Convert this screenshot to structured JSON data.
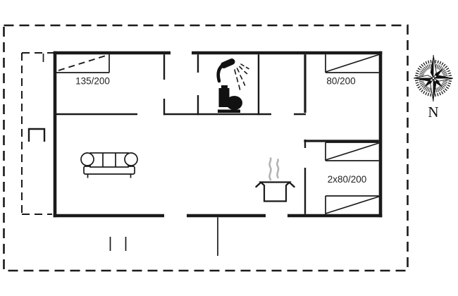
{
  "canvas": {
    "background": "#ffffff",
    "ink_color": "#1a1a1a",
    "steam_color": "#b3b3b3",
    "compass_band_color": "#4a4a4a"
  },
  "floorplan": {
    "bed_labels": {
      "double_bed": "135/200",
      "single_bed": "80/200",
      "twin_beds": "2x80/200"
    },
    "compass": {
      "north": "N"
    },
    "icons": [
      {
        "name": "shower-icon"
      },
      {
        "name": "toilet-icon"
      },
      {
        "name": "sofa-icon"
      },
      {
        "name": "cooking-pot-icon"
      },
      {
        "name": "steam-icon"
      },
      {
        "name": "compass-rose-icon"
      }
    ]
  }
}
